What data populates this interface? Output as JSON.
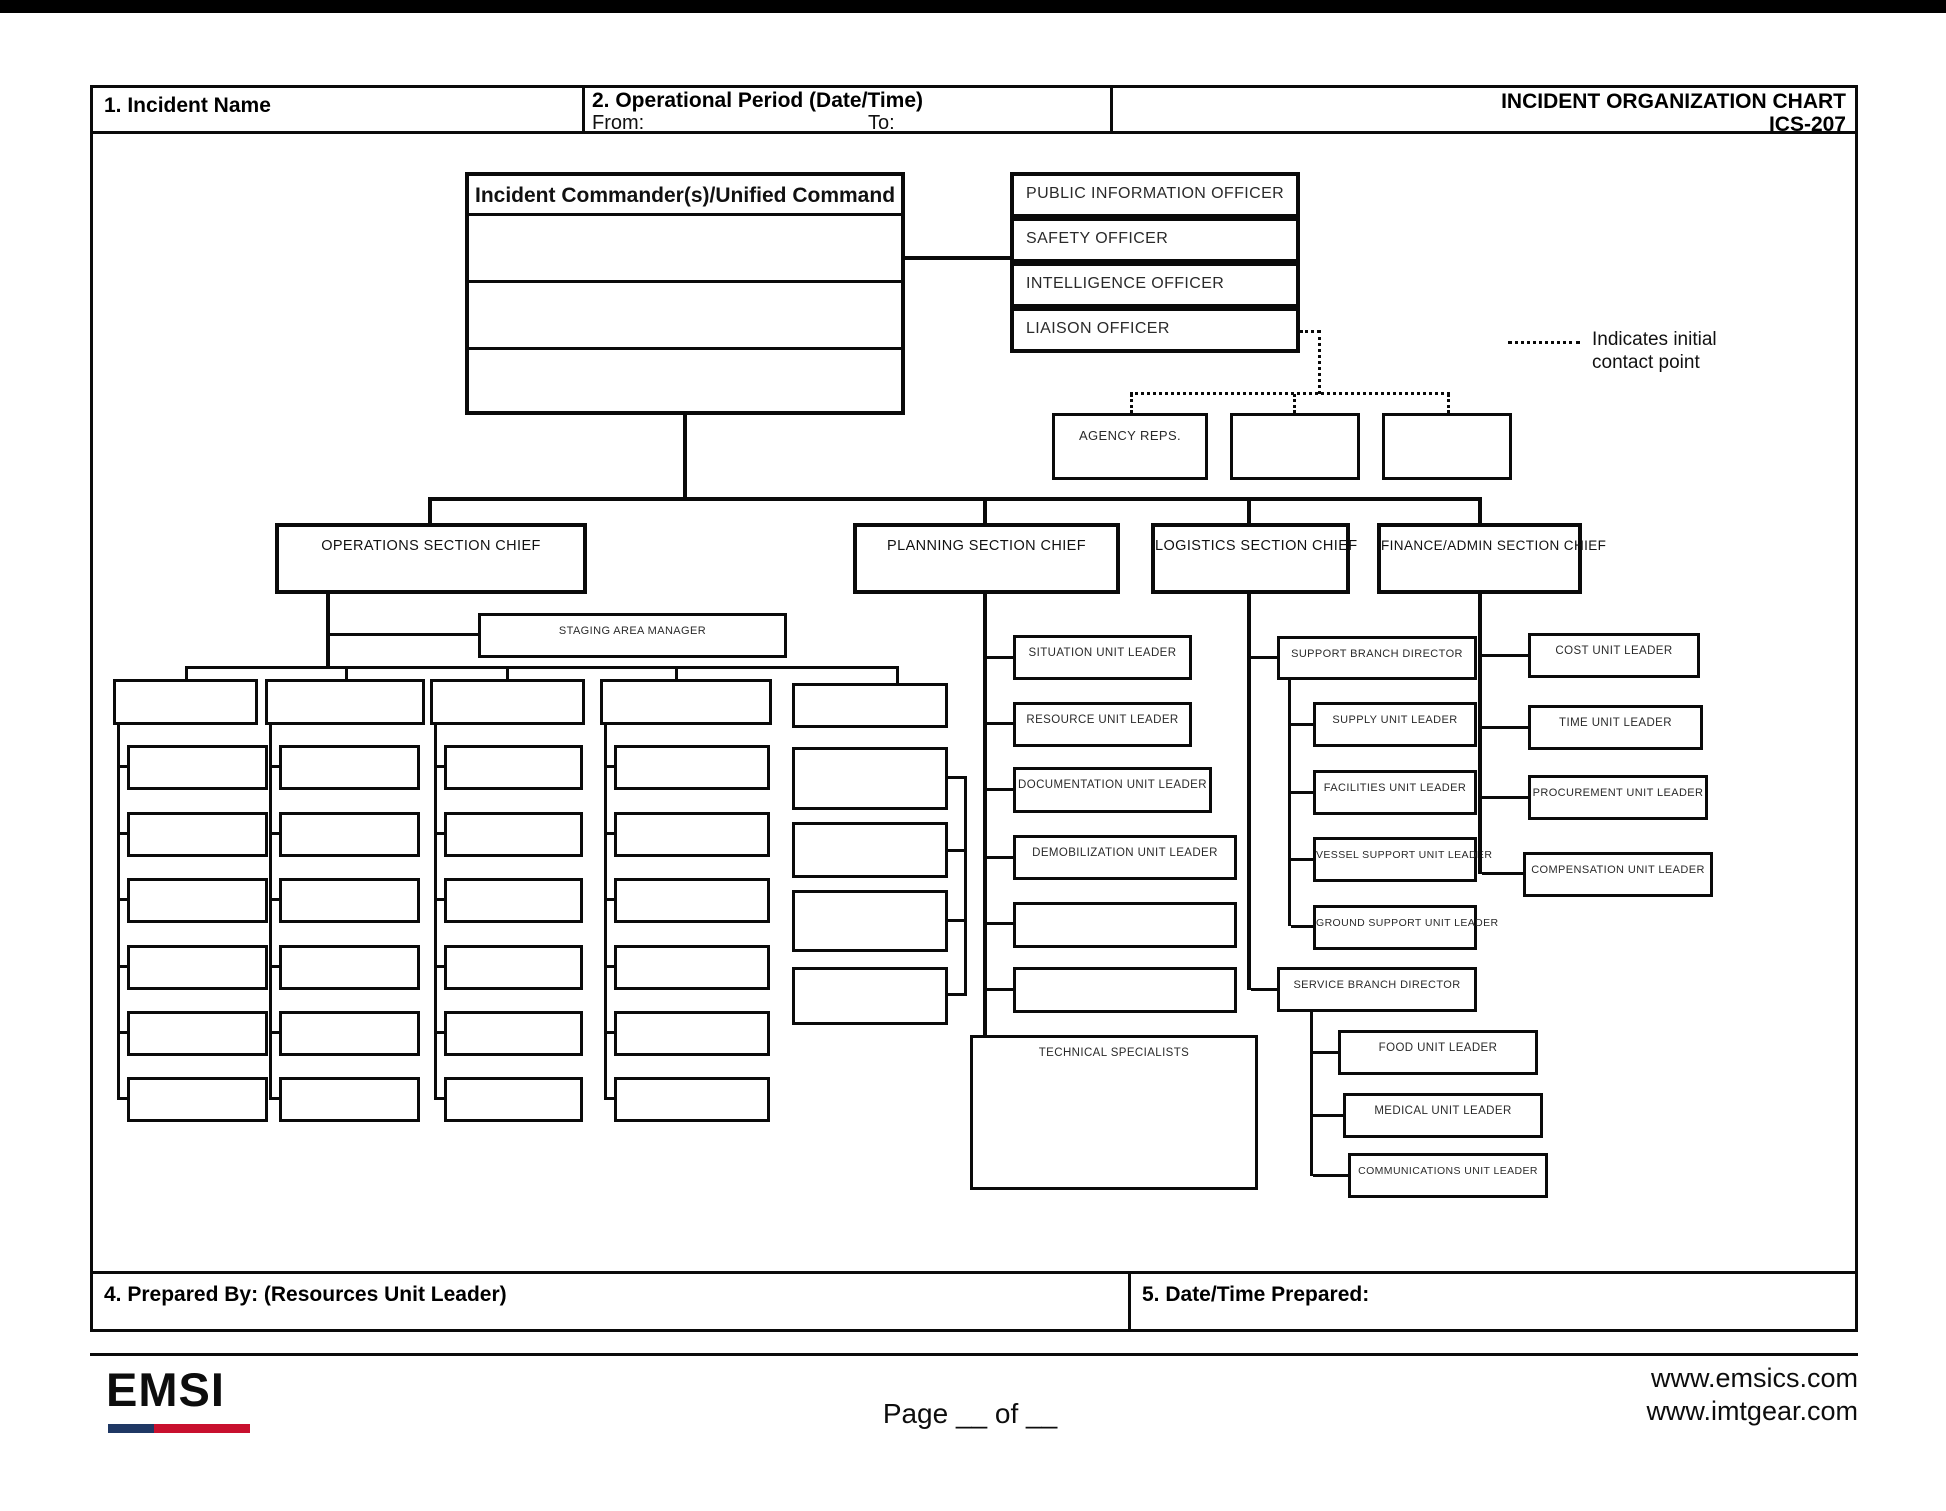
{
  "header": {
    "incident_name_label": "1. Incident Name",
    "operational_period_label": "2. Operational Period (Date/Time)",
    "from_label": "From:",
    "to_label": "To:",
    "title": "INCIDENT ORGANIZATION CHART",
    "form_id": "ICS-207"
  },
  "command": {
    "unified_command_title": "Incident Commander(s)/Unified Command",
    "officers": [
      "PUBLIC INFORMATION OFFICER",
      "SAFETY OFFICER",
      "INTELLIGENCE OFFICER",
      "LIAISON OFFICER"
    ],
    "agency_reps_label": "AGENCY REPS.",
    "legend": {
      "line1": "Indicates initial",
      "line2": "contact point"
    }
  },
  "operations": {
    "chief_label": "OPERATIONS SECTION CHIEF",
    "staging_label": "STAGING AREA MANAGER"
  },
  "planning": {
    "chief_label": "PLANNING SECTION CHIEF",
    "units": [
      "SITUATION UNIT LEADER",
      "RESOURCE UNIT LEADER",
      "DOCUMENTATION UNIT LEADER",
      "DEMOBILIZATION UNIT LEADER"
    ],
    "technical_specialists_label": "TECHNICAL SPECIALISTS"
  },
  "logistics": {
    "chief_label": "LOGISTICS SECTION CHIEF",
    "support_branch_label": "SUPPORT BRANCH DIRECTOR",
    "support_units": [
      "SUPPLY UNIT LEADER",
      "FACILITIES UNIT LEADER",
      "VESSEL SUPPORT UNIT LEADER",
      "GROUND SUPPORT UNIT LEADER"
    ],
    "service_branch_label": "SERVICE BRANCH DIRECTOR",
    "service_units": [
      "FOOD UNIT LEADER",
      "MEDICAL UNIT LEADER",
      "COMMUNICATIONS UNIT LEADER"
    ]
  },
  "finance": {
    "chief_label": "FINANCE/ADMIN SECTION CHIEF",
    "units": [
      "COST UNIT LEADER",
      "TIME UNIT LEADER",
      "PROCUREMENT UNIT LEADER",
      "COMPENSATION UNIT LEADER"
    ]
  },
  "footer": {
    "prepared_by_label": "4.  Prepared By: (Resources Unit Leader)",
    "datetime_label": "5.  Date/Time Prepared:",
    "logo_text": "EMSI",
    "page_label": "Page __ of __",
    "website1": "www.emsics.com",
    "website2": "www.imtgear.com"
  },
  "colors": {
    "logo_navy": "#1F3864",
    "logo_red": "#C8102E"
  }
}
